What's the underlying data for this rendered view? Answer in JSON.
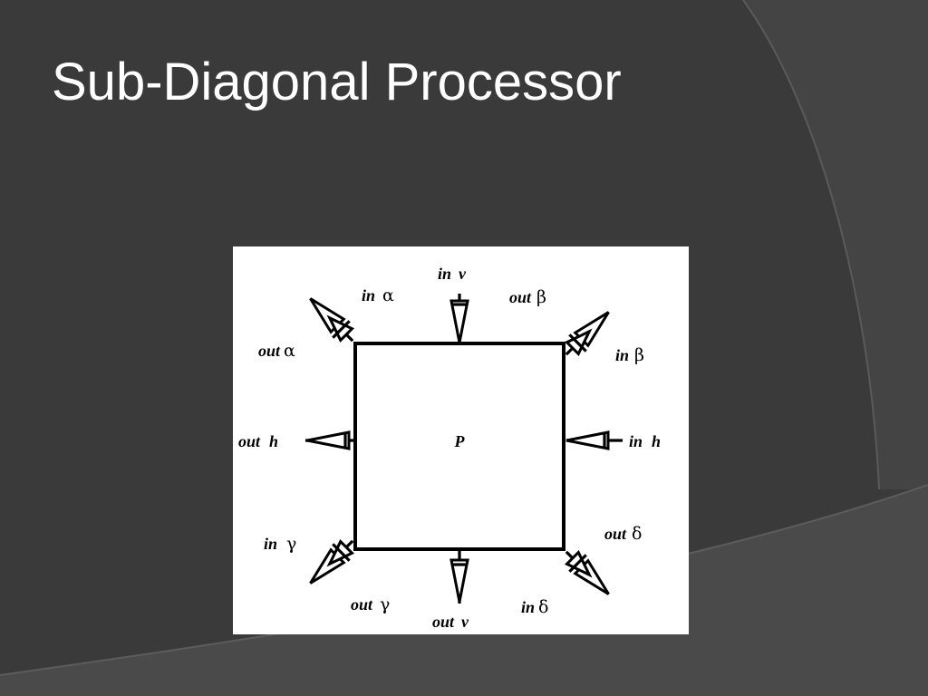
{
  "slide": {
    "title": "Sub-Diagonal Processor"
  },
  "theme": {
    "background": "#3a3a3a",
    "arc_light": "#4a4a4a",
    "arc_line": "#5c5c5c",
    "title_color": "#ffffff",
    "panel_color": "#ffffff"
  },
  "diagram": {
    "processor_label": "P",
    "ports": [
      {
        "id": "in-v",
        "word": "in",
        "symbol": "v",
        "symbol_kind": "latin"
      },
      {
        "id": "out-v",
        "word": "out",
        "symbol": "v",
        "symbol_kind": "latin"
      },
      {
        "id": "in-h",
        "word": "in",
        "symbol": "h",
        "symbol_kind": "latin"
      },
      {
        "id": "out-h",
        "word": "out",
        "symbol": "h",
        "symbol_kind": "latin"
      },
      {
        "id": "in-alpha",
        "word": "in",
        "symbol": "α",
        "symbol_kind": "greek"
      },
      {
        "id": "out-alpha",
        "word": "out",
        "symbol": "α",
        "symbol_kind": "greek"
      },
      {
        "id": "in-beta",
        "word": "in",
        "symbol": "β",
        "symbol_kind": "greek"
      },
      {
        "id": "out-beta",
        "word": "out",
        "symbol": "β",
        "symbol_kind": "greek"
      },
      {
        "id": "in-gamma",
        "word": "in",
        "symbol": "γ",
        "symbol_kind": "greek"
      },
      {
        "id": "out-gamma",
        "word": "out",
        "symbol": "γ",
        "symbol_kind": "greek"
      },
      {
        "id": "in-delta",
        "word": "in",
        "symbol": "δ",
        "symbol_kind": "greek"
      },
      {
        "id": "out-delta",
        "word": "out",
        "symbol": "δ",
        "symbol_kind": "greek"
      }
    ]
  }
}
